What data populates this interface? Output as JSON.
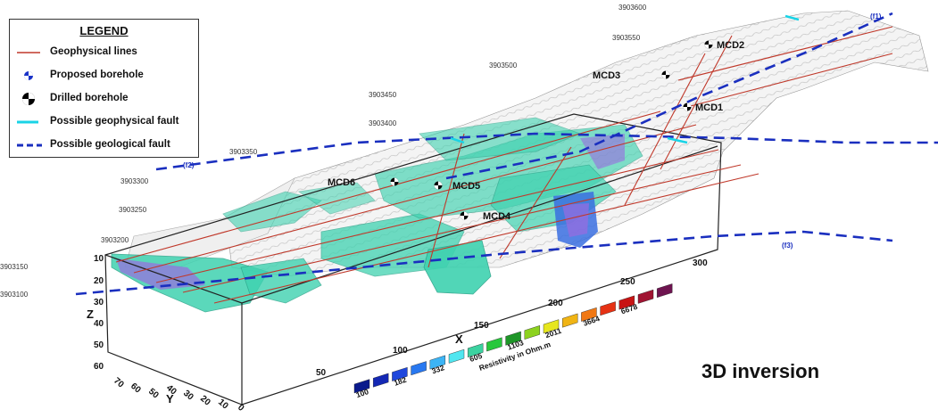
{
  "legend": {
    "title": "LEGEND",
    "items": [
      {
        "label": "Geophysical lines",
        "icon": "geophysical-line-icon",
        "color": "#c0392b"
      },
      {
        "label": "Proposed borehole",
        "icon": "proposed-borehole-icon",
        "color": "#1a33c8"
      },
      {
        "label": "Drilled borehole",
        "icon": "drilled-borehole-icon",
        "color": "#000000"
      },
      {
        "label": "Possible geophysical fault",
        "icon": "geophysical-fault-icon",
        "color": "#19d3e6"
      },
      {
        "label": "Possible geological fault",
        "icon": "geological-fault-icon",
        "color": "#1a2fbf"
      }
    ]
  },
  "northing_labels": [
    "3903600",
    "3903550",
    "3903500",
    "3903450",
    "3903400",
    "3903350",
    "3903300",
    "3903250",
    "3903200",
    "3903150",
    "3903100"
  ],
  "fault_labels": [
    "(f1)",
    "(f2)",
    "(f3)"
  ],
  "boreholes": [
    "MCD2",
    "MCD3",
    "MCD1",
    "MCD6",
    "MCD5",
    "MCD4"
  ],
  "axes": {
    "x_title": "X",
    "y_title": "Y",
    "z_title": "Z",
    "x_ticks": [
      "50",
      "100",
      "150",
      "200",
      "250",
      "300"
    ],
    "y_ticks": [
      "70",
      "60",
      "50",
      "40",
      "30",
      "20",
      "10",
      "0"
    ],
    "z_ticks": [
      "10",
      "20",
      "30",
      "40",
      "50",
      "60"
    ]
  },
  "colorscale": {
    "title": "Resistivity in Ohm.m",
    "colors": [
      "#0a1a8c",
      "#1428b4",
      "#1e46dc",
      "#2878f0",
      "#3cb4f5",
      "#50e6f0",
      "#3cd2a0",
      "#28c83c",
      "#1e9628",
      "#8cd21e",
      "#e6e61e",
      "#f0b414",
      "#f07814",
      "#e63214",
      "#c81414",
      "#a01432",
      "#6e1450"
    ],
    "tick_labels": [
      "100",
      "182",
      "332",
      "605",
      "1103",
      "2011",
      "3664",
      "6678"
    ]
  },
  "caption": "3D inversion"
}
